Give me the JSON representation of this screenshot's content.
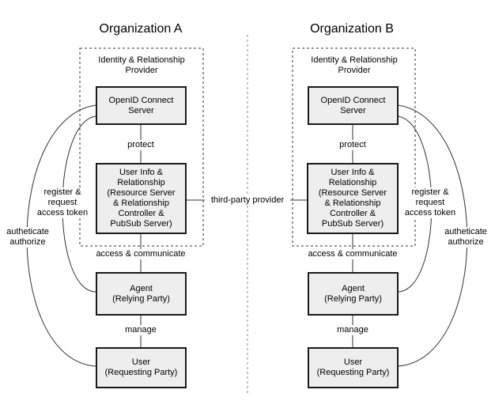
{
  "org_a": {
    "title": "Organization A",
    "provider": [
      "Identity & Relationship",
      "Provider"
    ],
    "openid": [
      "OpenID Connect",
      "Server"
    ],
    "userinfo": [
      "User Info &",
      "Relationship",
      "(Resource Server",
      "& Relationship",
      "Controller &",
      "PubSub Server)"
    ],
    "agent": [
      "Agent",
      "(Relying Party)"
    ],
    "user": [
      "User",
      "(Requesting Party)"
    ],
    "register": [
      "register &",
      "request",
      "access token"
    ],
    "authorize": [
      "autheticate",
      "authorize"
    ]
  },
  "org_b": {
    "title": "Organization B",
    "provider": [
      "Identity & Relationship",
      "Provider"
    ],
    "openid": [
      "OpenID Connect",
      "Server"
    ],
    "userinfo": [
      "User Info &",
      "Relationship",
      "(Resource Server",
      "& Relationship",
      "Controller &",
      "PubSub Server)"
    ],
    "agent": [
      "Agent",
      "(Relying Party)"
    ],
    "user": [
      "User",
      "(Requesting Party)"
    ],
    "register": [
      "register &",
      "request",
      "access token"
    ],
    "authorize": [
      "autheticate",
      "authorize"
    ]
  },
  "edges": {
    "protect": "protect",
    "access": "access & communicate",
    "manage": "manage",
    "third_party": "third-party provider"
  }
}
